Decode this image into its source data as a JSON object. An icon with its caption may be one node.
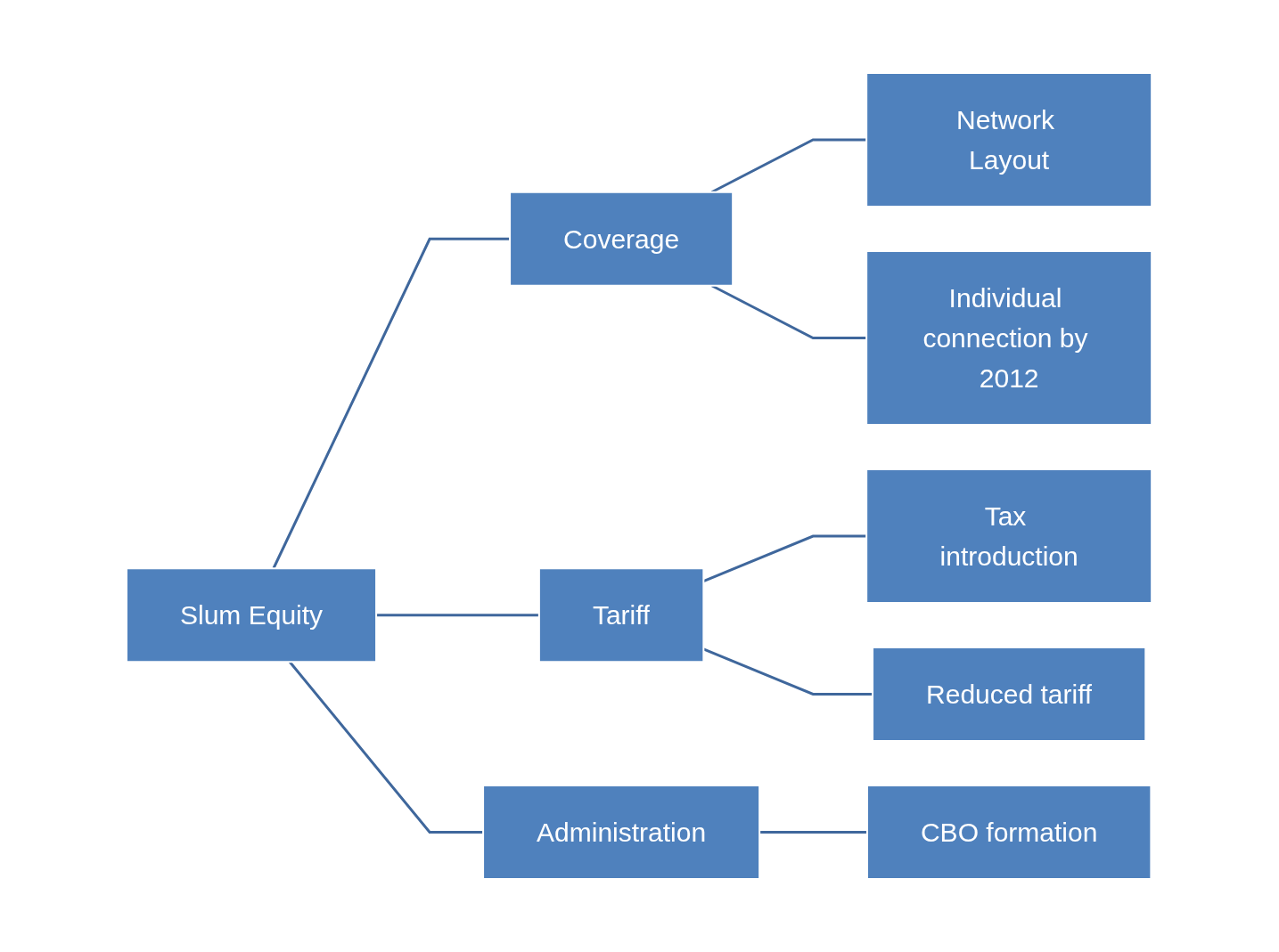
{
  "diagram": {
    "nodes": [
      {
        "text": [
          "Slum Equity"
        ]
      },
      {
        "text": [
          "Coverage"
        ]
      },
      {
        "text": [
          "Network Layout"
        ]
      },
      {
        "text": [
          "Individual connection by 2012"
        ]
      },
      {
        "text": [
          "Tariff"
        ]
      },
      {
        "text": [
          "Tax introduction"
        ]
      },
      {
        "text": [
          "Reduced tariff"
        ]
      },
      {
        "text": [
          "Administration"
        ]
      },
      {
        "text": [
          "CBO formation"
        ]
      }
    ],
    "edges": [
      {
        "from": 0,
        "to": 1,
        "arrow": "none"
      },
      {
        "from": 0,
        "to": 4,
        "arrow": "none"
      },
      {
        "from": 0,
        "to": 7,
        "arrow": "none"
      },
      {
        "from": 1,
        "to": 2,
        "arrow": "none"
      },
      {
        "from": 1,
        "to": 3,
        "arrow": "none"
      },
      {
        "from": 4,
        "to": 5,
        "arrow": "none"
      },
      {
        "from": 4,
        "to": 6,
        "arrow": "none"
      },
      {
        "from": 7,
        "to": 8,
        "arrow": "none"
      }
    ]
  }
}
